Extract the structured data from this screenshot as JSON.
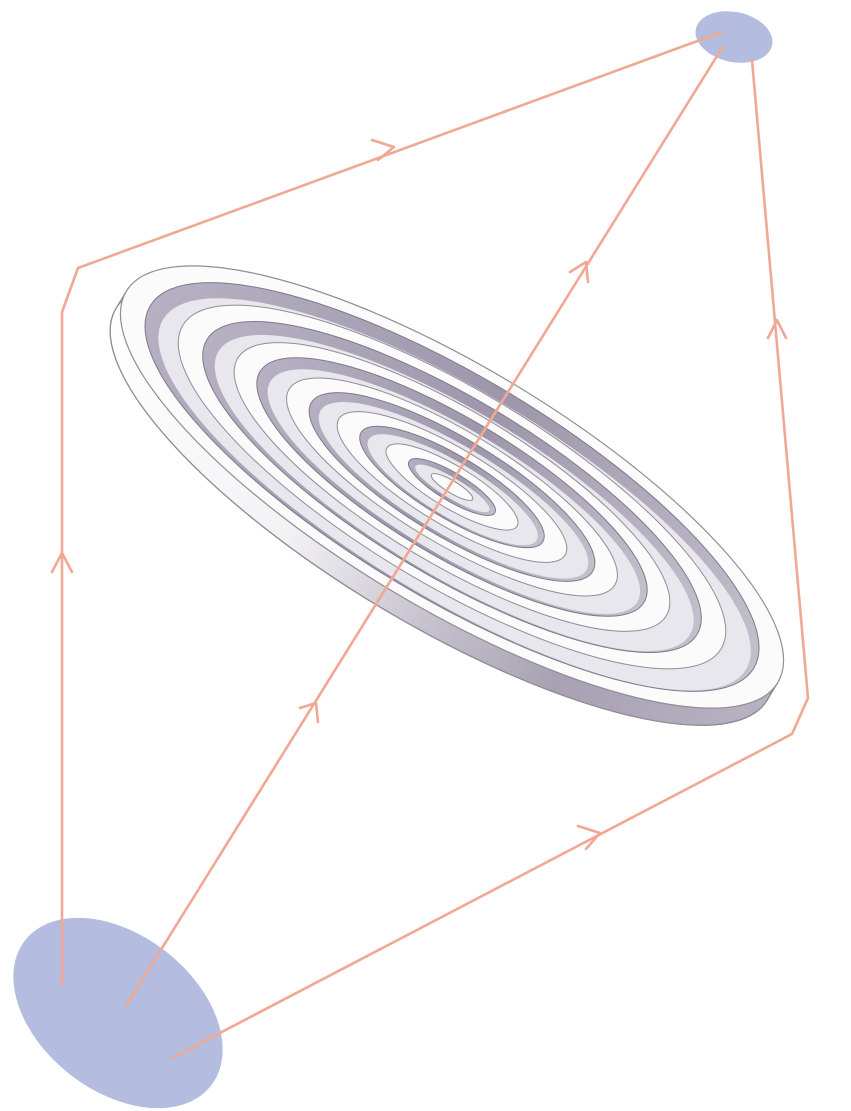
{
  "figure": {
    "elements": [
      "source-spot",
      "image-spot",
      "zone-plate",
      "light-rays"
    ],
    "colors": {
      "background": "#ffffff",
      "spot": "#b4bde0",
      "ray": "#f0a893",
      "plate_top": "#fbfbfc",
      "plate_edge_light": "#f1f0f3",
      "plate_edge_dark": "#a8a1b3",
      "groove": "#b7b0c2",
      "outline": "#8e8e96"
    },
    "zone_plate": {
      "ring_count": 6,
      "style": "concentric-grooved-disc"
    },
    "rays": {
      "count": 3,
      "direction": "source-to-image",
      "arrow_style": "open-chevron"
    }
  }
}
